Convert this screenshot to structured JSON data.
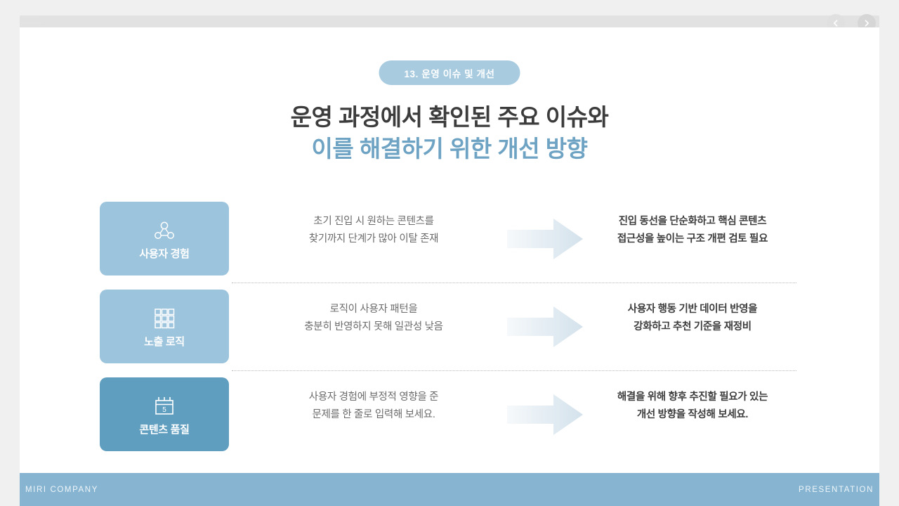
{
  "window": {
    "hamburger_icon": "hamburger-menu-icon",
    "prev_icon": "chevron-left-icon",
    "next_icon": "chevron-right-icon"
  },
  "slide": {
    "badge": "13. 운영 이슈 및 개선",
    "title_line1": "운영 과정에서 확인된 주요 이슈와",
    "title_line2": "이를 해결하기 위한 개선 방향",
    "colors": {
      "badge_bg": "#a8cbe0",
      "title_dark": "#3c3c3c",
      "title_blue": "#6ea3c4",
      "card_light": "#9dc4dd",
      "card_dark": "#609ec0",
      "footer_bg": "#87b5d1",
      "arrow_tint": "#dce7ef"
    },
    "rows": [
      {
        "card_label": "사용자 경험",
        "card_icon": "network-nodes-icon",
        "card_color": "#9dc4dd",
        "issue_line1": "초기 진입 시 원하는 콘텐츠를",
        "issue_line2": "찾기까지 단계가 많아 이탈 존재",
        "arrow_icon": "right-arrow-icon",
        "fix_line1": "진입 동선을 단순화하고 핵심 콘텐츠",
        "fix_line2": "접근성을 높이는 구조 개편 검토 필요"
      },
      {
        "card_label": "노출 로직",
        "card_icon": "grid-3x3-icon",
        "card_color": "#9dc4dd",
        "issue_line1": "로직이 사용자 패턴을",
        "issue_line2": "충분히 반영하지 못해 일관성 낮음",
        "arrow_icon": "right-arrow-icon",
        "fix_line1": "사용자 행동 기반 데이터 반영을",
        "fix_line2": "강화하고 추천 기준을 재정비"
      },
      {
        "card_label": "콘텐츠 품질",
        "card_icon": "calendar-icon",
        "card_icon_day": "5",
        "card_color": "#609ec0",
        "issue_line1": "사용자 경험에 부정적 영향을 준",
        "issue_line2": "문제를 한 줄로 입력해 보세요.",
        "arrow_icon": "right-arrow-icon",
        "fix_line1": "해결을 위해 향후 추진할 필요가 있는",
        "fix_line2": "개선 방향을 작성해 보세요."
      }
    ]
  },
  "footer": {
    "left": "MIRI COMPANY",
    "right": "PRESENTATION"
  }
}
